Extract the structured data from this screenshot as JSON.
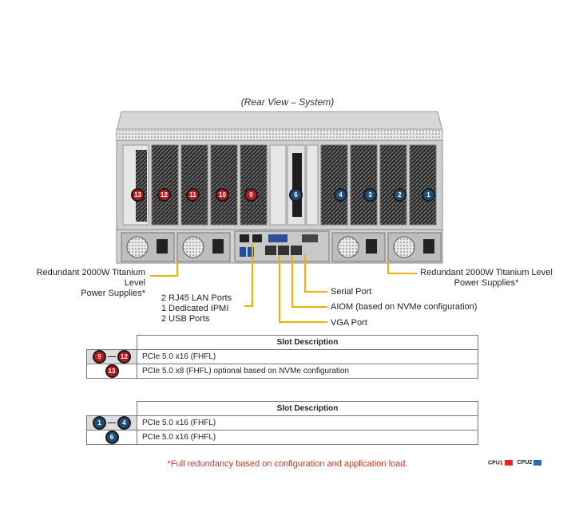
{
  "title": "(Rear View – System)",
  "colors": {
    "cpu1": "#e32626",
    "cpu2": "#1e6fc0",
    "leader": "#e8b400"
  },
  "slot_badges_red": [
    "13",
    "12",
    "11",
    "10",
    "9"
  ],
  "slot_badge_center": "6",
  "slot_badges_blue": [
    "4",
    "3",
    "2",
    "1"
  ],
  "callouts": {
    "psu_left_line1": "Redundant 2000W Titanium Level",
    "psu_left_line2": "Power Supplies*",
    "psu_right_line1": "Redundant 2000W Titanium Level",
    "psu_right_line2": "Power Supplies*",
    "lan_line1": "2 RJ45 LAN Ports",
    "lan_line2": "1 Dedicated IPMI",
    "lan_line3": "2 USB Ports",
    "serial": "Serial Port",
    "aiom": "AIOM (based on NVMe configuration)",
    "vga": "VGA Port"
  },
  "table1": {
    "header": "Slot Description",
    "rows": [
      {
        "badge_from": "9",
        "badge_to": "12",
        "description": "PCIe 5.0 x16 (FHFL)"
      },
      {
        "badge": "13",
        "description": "PCIe 5.0 x8 (FHFL) optional based on NVMe configuration"
      }
    ]
  },
  "table2": {
    "header": "Slot Description",
    "rows": [
      {
        "badge_from": "1",
        "badge_to": "4",
        "description": "PCIe 5.0 x16 (FHFL)"
      },
      {
        "badge": "6",
        "description": "PCIe 5.0 x16 (FHFL)"
      }
    ]
  },
  "footnote": "*Full redundancy based on configuration and application load.",
  "legend": {
    "cpu1": "CPU1",
    "cpu2": "CPU2"
  }
}
